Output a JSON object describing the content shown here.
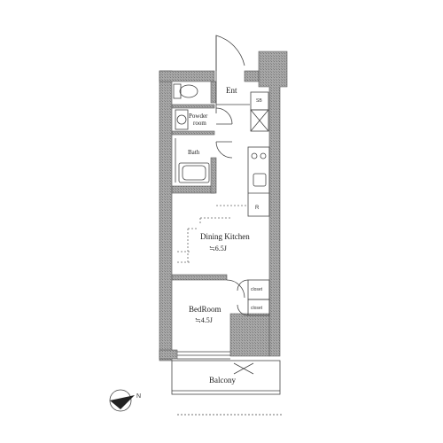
{
  "rooms": {
    "entrance": "Ent",
    "shoe_box": "SB",
    "powder_room_line1": "Powder",
    "powder_room_line2": "room",
    "bath": "Bath",
    "refrigerator": "R",
    "dining_kitchen": "Dining Kitchen",
    "dining_kitchen_size": "≒6.5J",
    "bedroom": "BedRoom",
    "bedroom_size": "≒4.5J",
    "closet_1": "closet",
    "closet_2": "closet",
    "balcony": "Balcony"
  },
  "compass": {
    "north_label": "N"
  },
  "colors": {
    "wall": "#9a9a9a",
    "wall_outline": "#555555",
    "line": "#444444",
    "background": "#ffffff"
  }
}
